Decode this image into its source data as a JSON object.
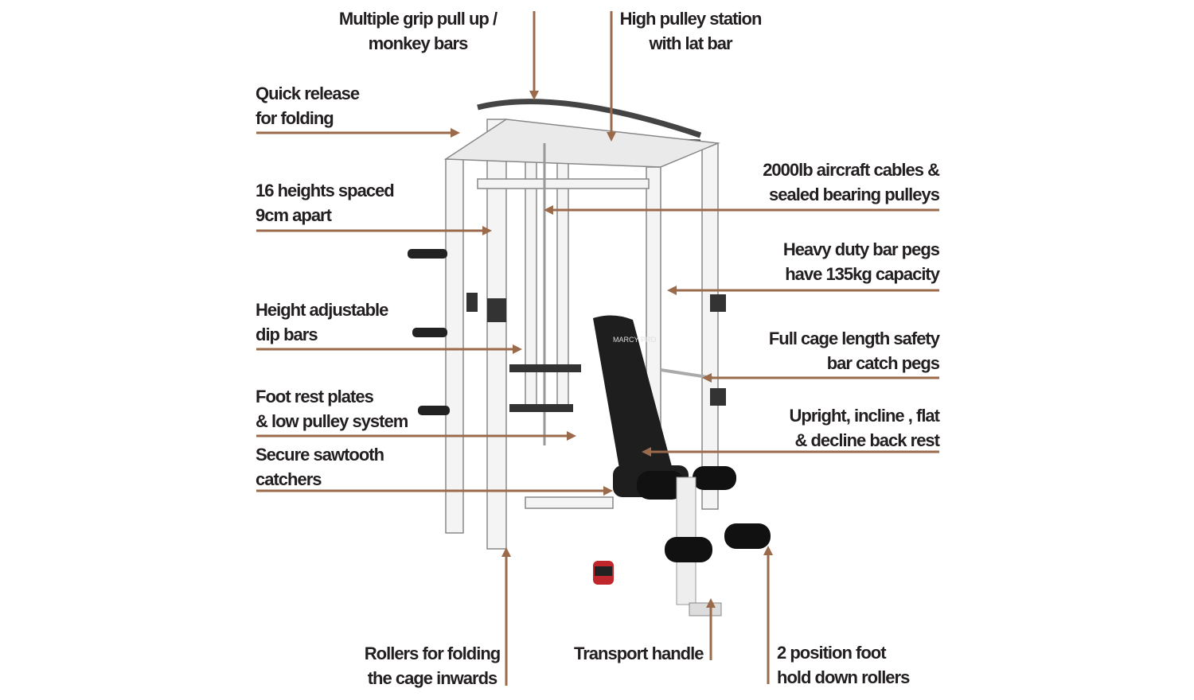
{
  "accent_color": "#9a6a4a",
  "callouts": [
    {
      "id": "monkey-bars",
      "lines": [
        "Multiple grip pull up /",
        "monkey bars"
      ]
    },
    {
      "id": "high-pulley",
      "lines": [
        "High pulley station",
        "with lat bar"
      ]
    },
    {
      "id": "quick-release",
      "lines": [
        "Quick release",
        "for folding"
      ]
    },
    {
      "id": "heights",
      "lines": [
        "16 heights spaced",
        "9cm apart"
      ]
    },
    {
      "id": "cables",
      "lines": [
        "2000lb aircraft cables &",
        "sealed bearing pulleys"
      ]
    },
    {
      "id": "bar-pegs",
      "lines": [
        "Heavy duty bar pegs",
        "have 135kg capacity"
      ]
    },
    {
      "id": "dip-bars",
      "lines": [
        "Height adjustable",
        "dip bars"
      ]
    },
    {
      "id": "safety-pegs",
      "lines": [
        "Full cage length safety",
        "bar catch pegs"
      ]
    },
    {
      "id": "foot-rest",
      "lines": [
        "Foot rest plates",
        "& low pulley system"
      ]
    },
    {
      "id": "back-rest",
      "lines": [
        "Upright, incline , flat",
        "& decline back rest"
      ]
    },
    {
      "id": "sawtooth",
      "lines": [
        "Secure sawtooth",
        "catchers"
      ]
    },
    {
      "id": "rollers",
      "lines": [
        "Rollers for folding",
        "the cage inwards"
      ]
    },
    {
      "id": "transport",
      "lines": [
        "Transport handle"
      ]
    },
    {
      "id": "foot-rollers",
      "lines": [
        "2 position foot",
        "hold down rollers"
      ]
    }
  ],
  "bench_logo": "MARCY PRO"
}
